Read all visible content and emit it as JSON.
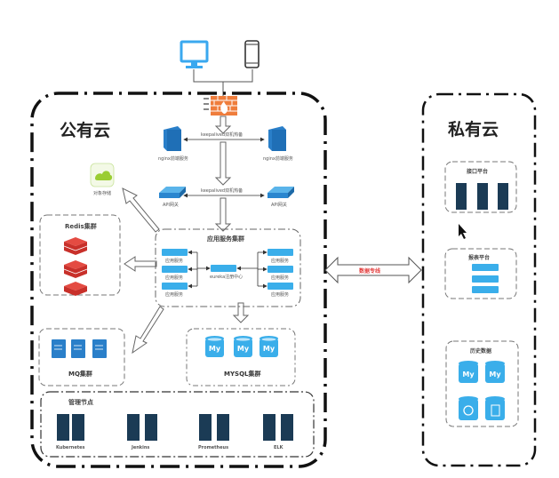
{
  "clients": {
    "desktop": "desktop-icon",
    "mobile": "mobile-phone-icon"
  },
  "firewall": {
    "icon": "firewall-icon"
  },
  "public_cloud": {
    "title": "公有云",
    "nginx_layer": {
      "link_label": "keepalived双机热备",
      "left_label": "nginx前端服务",
      "right_label": "nginx前端服务"
    },
    "api_layer": {
      "link_label": "keepalived双机热备",
      "left_label": "API网关",
      "right_label": "API网关"
    },
    "object_storage": {
      "label": "对象存储"
    },
    "redis": {
      "title": "Redis集群",
      "nodes": 3
    },
    "app_cluster": {
      "title": "应用服务集群",
      "left_nodes": [
        "应用服务",
        "应用服务",
        "应用服务"
      ],
      "center": "eureka注册中心",
      "right_nodes": [
        "应用服务",
        "应用服务",
        "应用服务"
      ]
    },
    "mq": {
      "title": "MQ集群",
      "nodes": 3
    },
    "mysql": {
      "title": "MYSQL集群",
      "nodes": [
        "My",
        "My",
        "My"
      ]
    },
    "management": {
      "title": "管理节点",
      "items": [
        "Kubernetes",
        "Jenkins",
        "Prometheus",
        "ELK"
      ]
    }
  },
  "link": {
    "label": "数据专线"
  },
  "private_cloud": {
    "title": "私有云",
    "interface_platform": {
      "title": "接口平台"
    },
    "report_platform": {
      "title": "报表平台"
    },
    "history_data": {
      "title": "历史数据",
      "db_labels": [
        "My",
        "My"
      ]
    }
  },
  "colors": {
    "blue": "#2a90d8",
    "light_blue": "#3aaeea",
    "red": "#d8332e",
    "orange": "#ef7d3c",
    "green": "#9acd32",
    "dark_server": "#1b3b55",
    "link_red": "#e23b3b"
  }
}
